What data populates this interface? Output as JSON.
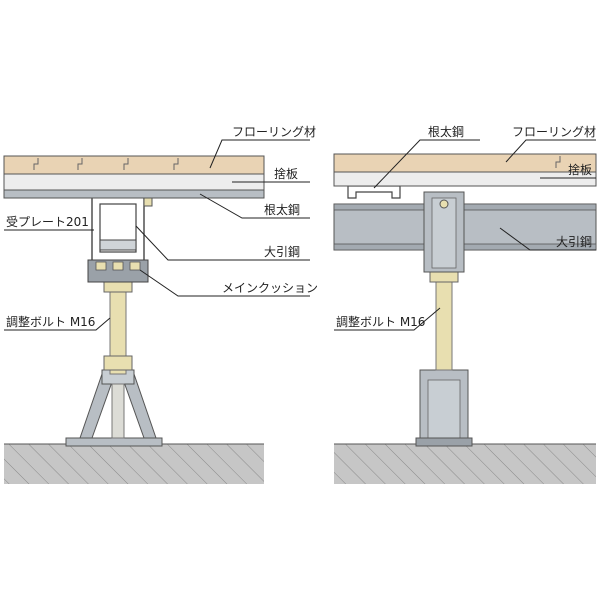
{
  "left": {
    "labels": {
      "flooring": "フローリング材",
      "subfloor": "捨板",
      "joist": "根太鋼",
      "plate": "受プレート201",
      "beam": "大引鋼",
      "cushion": "メインクッション",
      "bolt": "調整ボルト M16"
    }
  },
  "right": {
    "labels": {
      "joist": "根太鋼",
      "flooring": "フローリング材",
      "subfloor": "捨板",
      "beam": "大引鋼",
      "bolt": "調整ボルト M16"
    }
  },
  "colors": {
    "flooring": "#e9d3b4",
    "steel": "#b8bec4",
    "steel_dark": "#8d959d",
    "bolt": "#e8dfb0",
    "floor": "#c6c6c6"
  }
}
